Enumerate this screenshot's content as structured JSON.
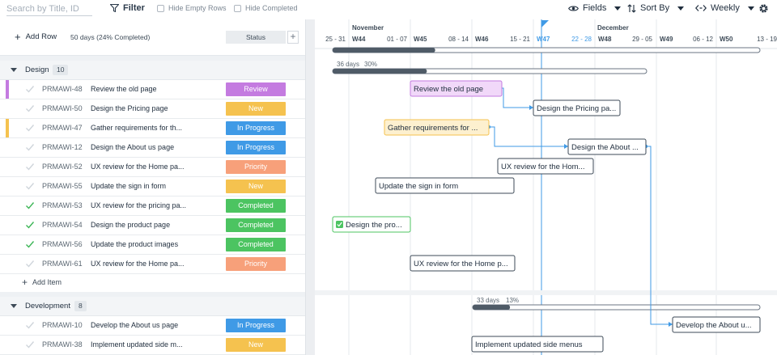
{
  "toolbar": {
    "search_placeholder": "Search by Title, ID",
    "filter_label": "Filter",
    "hide_empty_label": "Hide Empty Rows",
    "hide_completed_label": "Hide Completed",
    "fields_label": "Fields",
    "sort_label": "Sort By",
    "weekly_label": "Weekly"
  },
  "list_header": {
    "add_row_label": "Add Row",
    "duration_text": "50 days (24% Completed)",
    "status_column": "Status"
  },
  "colors": {
    "review": "#c47be0",
    "new": "#f5c24f",
    "in_progress": "#3f9ae6",
    "priority": "#f7a07a",
    "completed": "#4cc461",
    "today_line": "#3f9ae6"
  },
  "groups": [
    {
      "name": "Design",
      "count": "10",
      "add_item_label": "Add Item",
      "summary": {
        "days": "36 days",
        "percent": "30%"
      },
      "rows": [
        {
          "id": "PRMAWI-48",
          "name": "Review the old page",
          "status": "Review",
          "status_key": "review",
          "done": false,
          "flag": "review"
        },
        {
          "id": "PRMAWI-50",
          "name": "Design the Pricing page",
          "status": "New",
          "status_key": "new",
          "done": false,
          "flag": ""
        },
        {
          "id": "PRMAWI-47",
          "name": "Gather requirements for th...",
          "status": "In Progress",
          "status_key": "in_progress",
          "done": false,
          "flag": "new"
        },
        {
          "id": "PRMAWI-12",
          "name": "Design the About us page",
          "status": "In Progress",
          "status_key": "in_progress",
          "done": false,
          "flag": ""
        },
        {
          "id": "PRMAWI-52",
          "name": "UX review for the Home pa...",
          "status": "Priority",
          "status_key": "priority",
          "done": false,
          "flag": ""
        },
        {
          "id": "PRMAWI-55",
          "name": "Update the sign in form",
          "status": "New",
          "status_key": "new",
          "done": false,
          "flag": ""
        },
        {
          "id": "PRMAWI-53",
          "name": "UX review for the pricing pa...",
          "status": "Completed",
          "status_key": "completed",
          "done": true,
          "flag": ""
        },
        {
          "id": "PRMAWI-54",
          "name": "Design the product page",
          "status": "Completed",
          "status_key": "completed",
          "done": true,
          "flag": ""
        },
        {
          "id": "PRMAWI-56",
          "name": "Update the product images",
          "status": "Completed",
          "status_key": "completed",
          "done": true,
          "flag": ""
        },
        {
          "id": "PRMAWI-61",
          "name": "UX review for the Home pa...",
          "status": "Priority",
          "status_key": "priority",
          "done": false,
          "flag": ""
        }
      ]
    },
    {
      "name": "Development",
      "count": "8",
      "summary": {
        "days": "33 days",
        "percent": "13%"
      },
      "rows": [
        {
          "id": "PRMAWI-10",
          "name": "Develop the About us page",
          "status": "In Progress",
          "status_key": "in_progress",
          "done": false,
          "flag": ""
        },
        {
          "id": "PRMAWI-38",
          "name": "Implement updated side m...",
          "status": "New",
          "status_key": "new",
          "done": false,
          "flag": ""
        }
      ]
    }
  ],
  "timeline": {
    "months": [
      "November",
      "December"
    ],
    "dates": [
      "25 - 31",
      "01 - 07",
      "08 - 14",
      "15 - 21",
      "22 - 28",
      "29 - 05",
      "06 - 12",
      "13 - 19"
    ],
    "weeks": [
      "W44",
      "W45",
      "W46",
      "W47",
      "W48",
      "W49",
      "W50"
    ],
    "today_week": "W47",
    "today_dates": "22 - 28",
    "overall_progress": 0.24,
    "design_progress": 0.3,
    "development_progress": 0.13,
    "bar_labels": [
      "Review the old page",
      "Design the Pricing pa...",
      "Gather requirements for ...",
      "Design the About ...",
      "UX review for the Hom...",
      "Update the sign in form",
      "Design the pro...",
      "UX review for the Home p...",
      "Develop the About u...",
      "Implement updated side menus"
    ]
  }
}
